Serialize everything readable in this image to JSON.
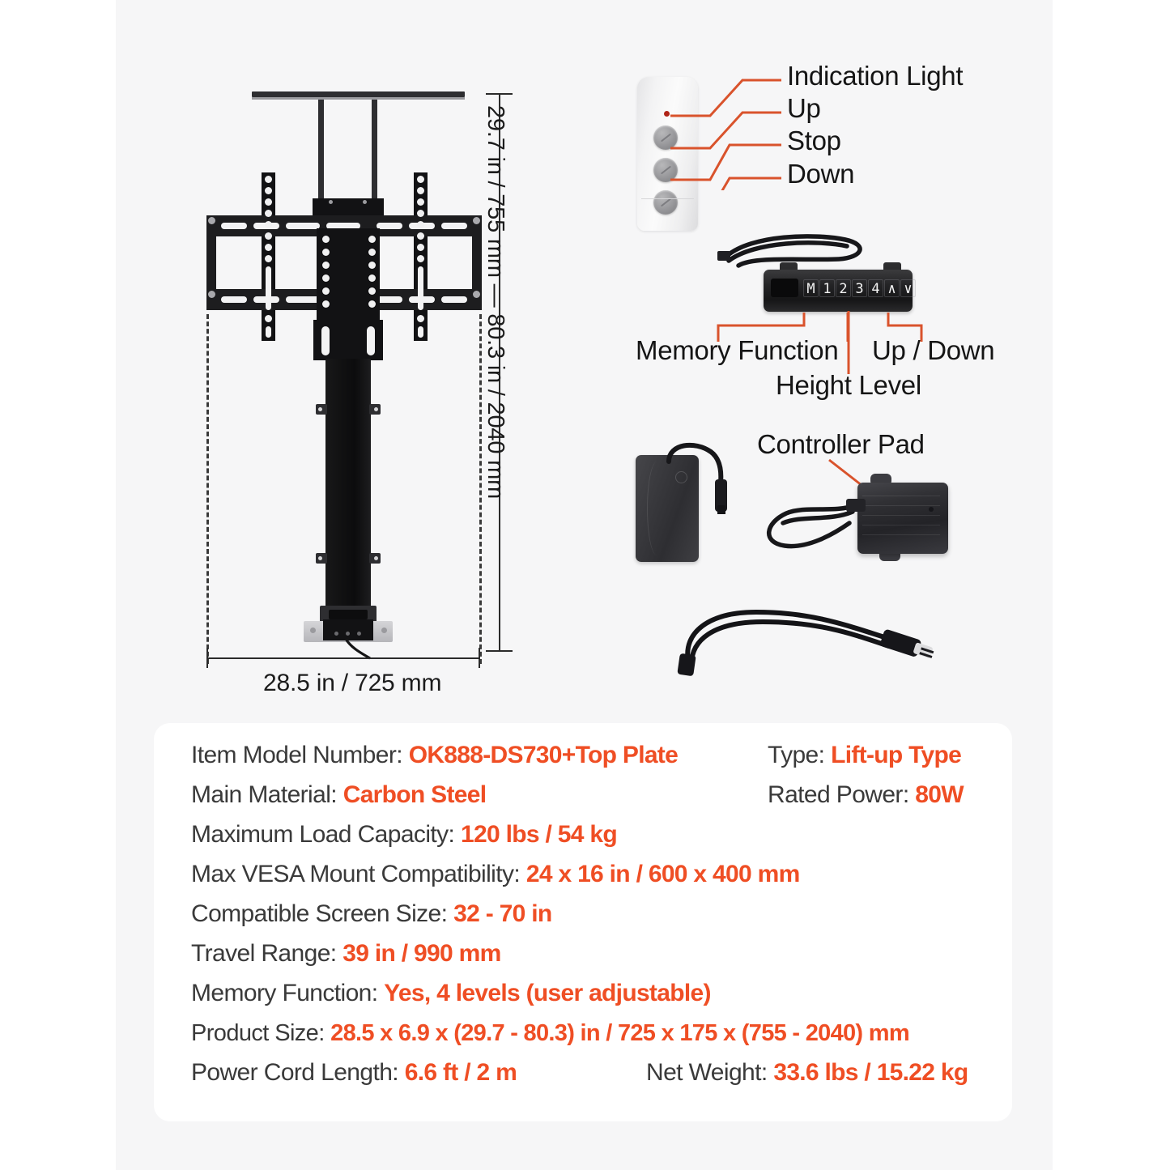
{
  "theme": {
    "accent": "#ef4e24",
    "callout_line": "#d9532c",
    "text": "#3a3a3a",
    "canvas_bg": "#f6f6f7",
    "card_bg": "#ffffff",
    "page_bg": "#ffffff"
  },
  "diagram": {
    "dimensions": {
      "vertical": "29.7 in / 755 mm  —  80.3 in / 2040 mm",
      "horizontal": "28.5 in / 725 mm"
    },
    "remote_callouts": [
      {
        "label": "Indication Light"
      },
      {
        "label": "Up"
      },
      {
        "label": "Stop"
      },
      {
        "label": "Down"
      }
    ],
    "keypad": {
      "keys": [
        "M",
        "1",
        "2",
        "3",
        "4",
        "∧",
        "∨"
      ],
      "callouts": [
        {
          "label": "Memory Function"
        },
        {
          "label": "Height Level"
        },
        {
          "label": "Up / Down"
        }
      ]
    },
    "controller_callout": {
      "label": "Controller Pad"
    }
  },
  "spec": {
    "rows": [
      {
        "left": {
          "label": "Item Model Number:",
          "value": "OK888-DS730+Top Plate"
        },
        "right": {
          "label": "Type:",
          "value": "Lift-up Type"
        }
      },
      {
        "left": {
          "label": "Main Material:",
          "value": "Carbon Steel"
        },
        "right": {
          "label": "Rated Power:",
          "value": "80W"
        }
      },
      {
        "left": {
          "label": "Maximum Load Capacity:",
          "value": "120 lbs / 54 kg"
        },
        "right": null
      },
      {
        "left": {
          "label": "Max VESA Mount Compatibility:",
          "value": "24 x 16 in / 600 x 400 mm"
        },
        "right": null
      },
      {
        "left": {
          "label": "Compatible Screen Size:",
          "value": "32 - 70 in"
        },
        "right": null
      },
      {
        "left": {
          "label": "Travel Range:",
          "value": "39 in / 990 mm"
        },
        "right": null
      },
      {
        "left": {
          "label": "Memory Function:",
          "value": "Yes, 4 levels (user adjustable)"
        },
        "right": null
      },
      {
        "left": {
          "label": "Product Size:",
          "value": "28.5 x 6.9 x (29.7 - 80.3) in / 725 x 175 x (755 - 2040) mm"
        },
        "right": null
      },
      {
        "left": {
          "label": "Power Cord Length:",
          "value": "6.6 ft / 2 m"
        },
        "right": {
          "label": "Net Weight:",
          "value": "33.6 lbs / 15.22 kg"
        }
      }
    ]
  }
}
